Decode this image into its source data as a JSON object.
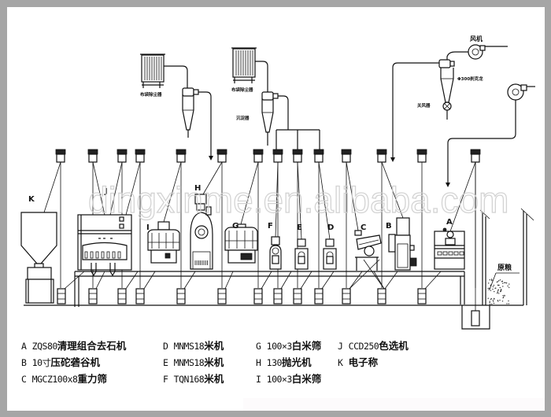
{
  "watermark": "dingxinme.en.alibaba.com",
  "equipment_labels": [
    "A",
    "B",
    "C",
    "D",
    "E",
    "F",
    "G",
    "H",
    "I",
    "J",
    "K"
  ],
  "annotations": {
    "bag_filter_1": "布袋除尘器",
    "bag_filter_2": "布袋除尘器",
    "cyclone_small": "沉淀器",
    "fan_top": "风机",
    "cyclone_big": "Φ300刹克龙",
    "airlock": "关风器",
    "raw_grain": "原粮"
  },
  "legend": {
    "columns": [
      [
        {
          "key": "A",
          "code": "ZQS80",
          "name": "清理组合去石机"
        },
        {
          "key": "B",
          "code": "10寸",
          "name": "压砣砻谷机"
        },
        {
          "key": "C",
          "code": "MGCZ100x8",
          "name": "重力筛"
        }
      ],
      [
        {
          "key": "D",
          "code": "MNMS18",
          "name": "米机"
        },
        {
          "key": "E",
          "code": "MNMS18",
          "name": "米机"
        },
        {
          "key": "F",
          "code": "TQN168",
          "name": "米机"
        }
      ],
      [
        {
          "key": "G",
          "code": "100×3",
          "name": "白米筛"
        },
        {
          "key": "H",
          "code": "130",
          "name": "抛光机"
        },
        {
          "key": "I",
          "code": "100×3",
          "name": "白米筛"
        }
      ],
      [
        {
          "key": "J",
          "code": "CCD250",
          "name": "色选机"
        },
        {
          "key": "K",
          "code": "",
          "name": "电子称"
        }
      ]
    ]
  },
  "colors": {
    "frame": "#a6a6a6",
    "line": "#111111",
    "background": "#ffffff"
  }
}
